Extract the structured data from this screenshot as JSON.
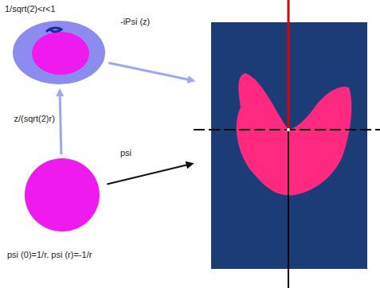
{
  "diagram": {
    "nodes": [
      {
        "text": [
          "1/sqrt(2)<r<1"
        ]
      },
      {
        "text": []
      },
      {
        "text": []
      }
    ],
    "edges": [
      {
        "from": 1,
        "to": 0,
        "arrow": "to",
        "label": "z/(sqrt(2)r)"
      },
      {
        "from": 0,
        "to": 2,
        "arrow": "to",
        "label": "-iPsi (z)"
      },
      {
        "from": 1,
        "to": 2,
        "arrow": "to",
        "label": "psi"
      }
    ],
    "labels": [
      "psi (0)=1/r. psi (r)=-1/r"
    ]
  }
}
